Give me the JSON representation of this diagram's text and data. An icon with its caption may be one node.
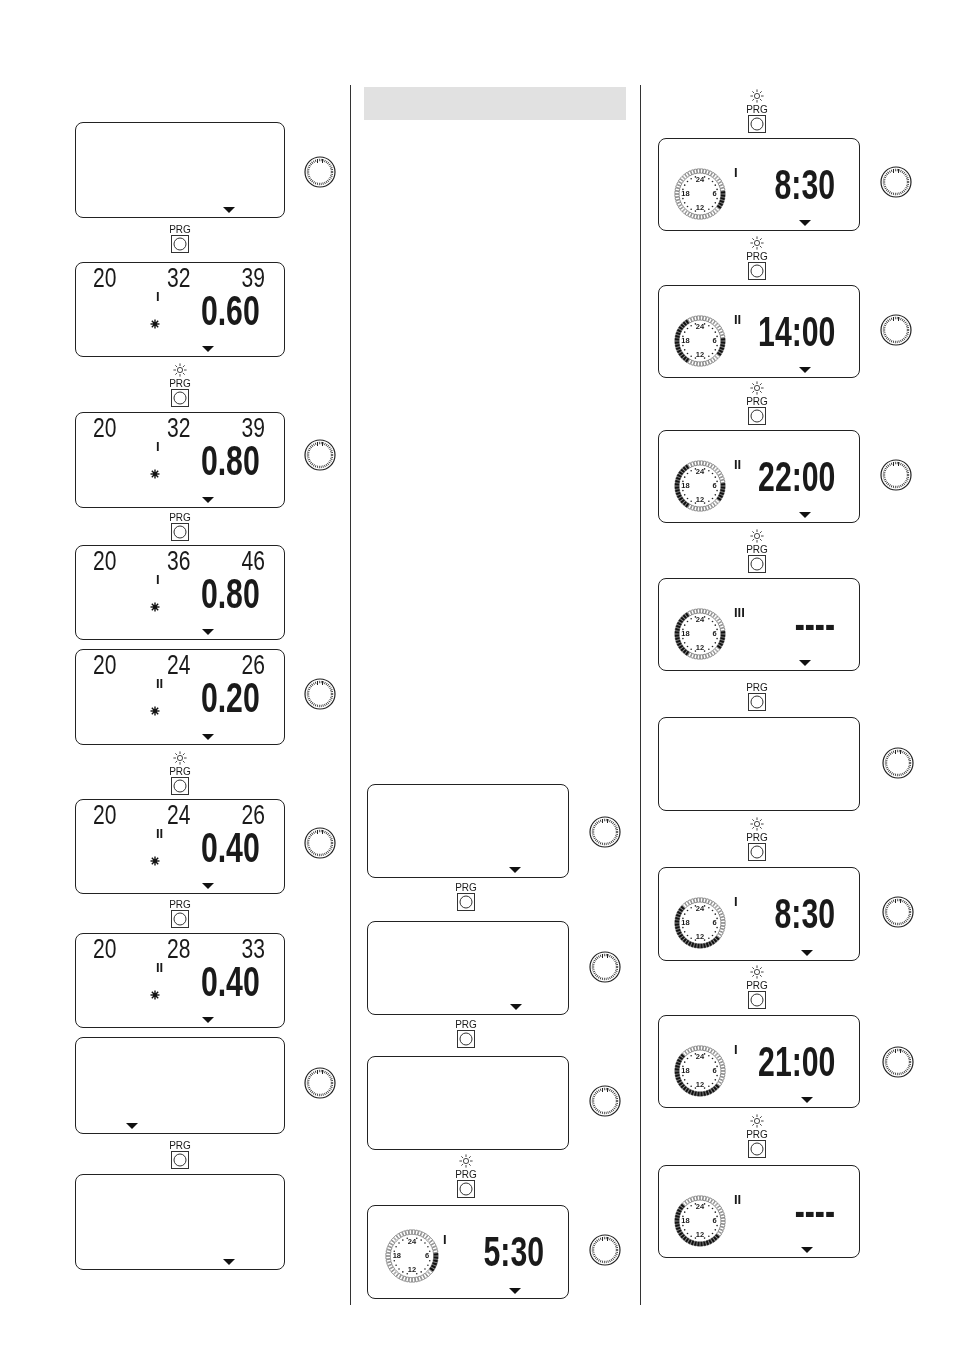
{
  "diagram": {
    "nodes": [
      {
        "text": [],
        "shape": "box"
      },
      {
        "text": [
          "PRG"
        ]
      },
      {
        "text": [
          "20",
          "32",
          "39",
          "I",
          "0.60"
        ]
      },
      {
        "text": [
          "PRG"
        ]
      },
      {
        "text": [
          "20",
          "32",
          "39",
          "I",
          "0.80"
        ]
      },
      {
        "text": [
          "PRG"
        ]
      },
      {
        "text": [
          "20",
          "36",
          "46",
          "I",
          "0.80"
        ]
      },
      {
        "text": [
          "20",
          "24",
          "26",
          "II",
          "0.20"
        ]
      },
      {
        "text": [
          "PRG"
        ]
      },
      {
        "text": [
          "20",
          "24",
          "26",
          "II",
          "0.40"
        ]
      },
      {
        "text": [
          "PRG"
        ]
      },
      {
        "text": [
          "20",
          "28",
          "33",
          "II",
          "0.40"
        ]
      },
      {
        "text": [],
        "shape": "box"
      },
      {
        "text": [
          "PRG"
        ]
      },
      {
        "text": [],
        "shape": "box"
      },
      {
        "text": [],
        "shape": "bar"
      },
      {
        "text": [],
        "shape": "box"
      },
      {
        "text": [
          "PRG"
        ]
      },
      {
        "text": [],
        "shape": "box"
      },
      {
        "text": [
          "PRG"
        ]
      },
      {
        "text": [],
        "shape": "box"
      },
      {
        "text": [
          "PRG"
        ]
      },
      {
        "text": [
          "I",
          "5:30"
        ]
      },
      {
        "text": [
          "24",
          "18",
          "6",
          "12"
        ],
        "in": 22
      },
      {
        "text": [
          "PRG"
        ]
      },
      {
        "text": [
          "I",
          "8:30"
        ]
      },
      {
        "text": [
          "24",
          "18",
          "6",
          "12"
        ],
        "in": 25
      },
      {
        "text": [
          "PRG"
        ]
      },
      {
        "text": [
          "II",
          "14:00"
        ]
      },
      {
        "text": [
          "24",
          "18",
          "6",
          "12"
        ],
        "in": 28
      },
      {
        "text": [
          "PRG"
        ]
      },
      {
        "text": [
          "II",
          "22:00"
        ]
      },
      {
        "text": [
          "24",
          "18",
          "6",
          "12"
        ],
        "in": 31
      },
      {
        "text": [
          "PRG"
        ]
      },
      {
        "text": [
          "III",
          "----"
        ]
      },
      {
        "text": [
          "24",
          "18",
          "6",
          "12"
        ],
        "in": 34
      },
      {
        "text": [
          "PRG"
        ]
      },
      {
        "text": [],
        "shape": "box"
      },
      {
        "text": [
          "PRG"
        ]
      },
      {
        "text": [
          "I",
          "8:30"
        ]
      },
      {
        "text": [
          "24",
          "18",
          "6",
          "12"
        ],
        "in": 39
      },
      {
        "text": [
          "PRG"
        ]
      },
      {
        "text": [
          "I",
          "21:00"
        ]
      },
      {
        "text": [
          "24",
          "18",
          "6",
          "12"
        ],
        "in": 42
      },
      {
        "text": [
          "PRG"
        ]
      },
      {
        "text": [
          "II",
          "----"
        ]
      },
      {
        "text": [
          "24",
          "18",
          "6",
          "12"
        ],
        "in": 45
      }
    ]
  }
}
